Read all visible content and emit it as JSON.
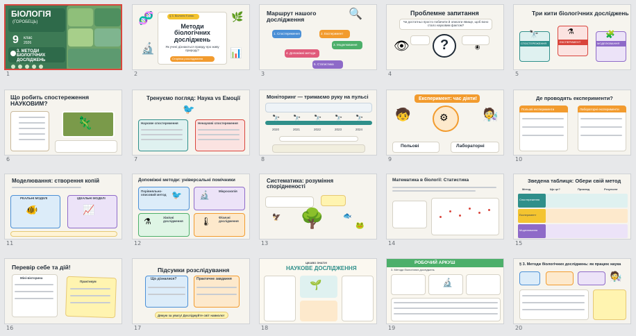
{
  "slides": [
    {
      "num": "1",
      "title": "БІОЛОГІЯ",
      "subtitle": "(ГОРОБЕЦЬ)",
      "grade": "9",
      "grade_label": "клас",
      "year": "2026",
      "section": "3. МЕТОДИ БІОЛОГІЧНИХ ДОСЛІДЖЕНЬ"
    },
    {
      "num": "2",
      "badge": "§ 3. Біологія 9 клас",
      "title": "Методи біологічних досліджень",
      "subtitle": "Як учені дізнаються правду про живу природу?",
      "footer": "Сторінка розслідування"
    },
    {
      "num": "3",
      "title": "Маршрут нашого дослідження",
      "steps": [
        "1. Спостереження",
        "2. Експеримент",
        "3. Моделювання",
        "4. Допоміжні методи",
        "5. Статистика"
      ]
    },
    {
      "num": "4",
      "title": "Проблемне запитання",
      "question": "Чи достатньо просто побачити й описати явище, щоб воно стало науковим фактом?",
      "mark": "?"
    },
    {
      "num": "5",
      "title": "Три кити біологічних досліджень",
      "cards": [
        "СПОСТЕРЕЖЕННЯ",
        "ЕКСПЕРИМЕНТ",
        "МОДЕЛЮВАННЯ"
      ]
    },
    {
      "num": "6",
      "title": "Що робить спостереження НАУКОВИМ?"
    },
    {
      "num": "7",
      "title": "Тренуємо погляд: Наука vs Емоції",
      "left": "Наукове спостереження",
      "right": "Ненаукові спостереження"
    },
    {
      "num": "8",
      "title": "Моніторинг — тримаємо руку на пульсі",
      "years": [
        "2020",
        "2021",
        "2022",
        "2023",
        "2024"
      ]
    },
    {
      "num": "9",
      "title": "Експеримент: час діяти!",
      "left": "Польові",
      "right": "Лабораторні"
    },
    {
      "num": "10",
      "title": "Де проводять експерименти?",
      "left": "Польові експерименти",
      "right": "Лабораторні експерименти"
    },
    {
      "num": "11",
      "title": "Моделювання: створення копій",
      "left": "РЕАЛЬНІ МОДЕЛІ",
      "right": "ІДЕАЛЬНІ МОДЕЛІ"
    },
    {
      "num": "12",
      "title": "Допоміжні методи: універсальні помічники",
      "items": [
        "Порівняльно-описовий метод",
        "Мікроскопія",
        "Хімічні дослідження",
        "Фізичні дослідження"
      ]
    },
    {
      "num": "13",
      "title": "Систематика: розуміння спорідненості"
    },
    {
      "num": "14",
      "title": "Математика в біології: Статистика"
    },
    {
      "num": "15",
      "title": "Зведена таблиця: Обери свій метод",
      "rows": [
        "Спостереження",
        "Експеримент",
        "Моделювання"
      ],
      "cols": [
        "Метод",
        "Що це?",
        "Приклад",
        "Результат"
      ]
    },
    {
      "num": "16",
      "title": "Перевір себе та дій!",
      "left": "Міні-вікторина",
      "right": "Практикум"
    },
    {
      "num": "17",
      "title": "Підсумки розслідування",
      "left": "Що дізналися?",
      "right": "Практичне завдання",
      "footer": "Дякую за увагу! Досліджуйте світ навколо!"
    },
    {
      "num": "18",
      "title": "НАУКОВЕ ДОСЛІДЖЕННЯ",
      "subtitle": "ЦІКАВО ЗНАТИ!"
    },
    {
      "num": "19",
      "title": "РОБОЧИЙ АРКУШ",
      "subtitle": "3. Методи біологічних досліджень"
    },
    {
      "num": "20",
      "title": "§ 3. Методи біологічних досліджень: як працює наука"
    }
  ],
  "colors": {
    "selected": "#d9453c",
    "teal": "#2f8f8a",
    "orange": "#f29b2e",
    "purple": "#8e6ac8",
    "green": "#4caf6a",
    "yellow": "#f4c430",
    "pink": "#e05a7a",
    "blue": "#4a8fd6"
  }
}
